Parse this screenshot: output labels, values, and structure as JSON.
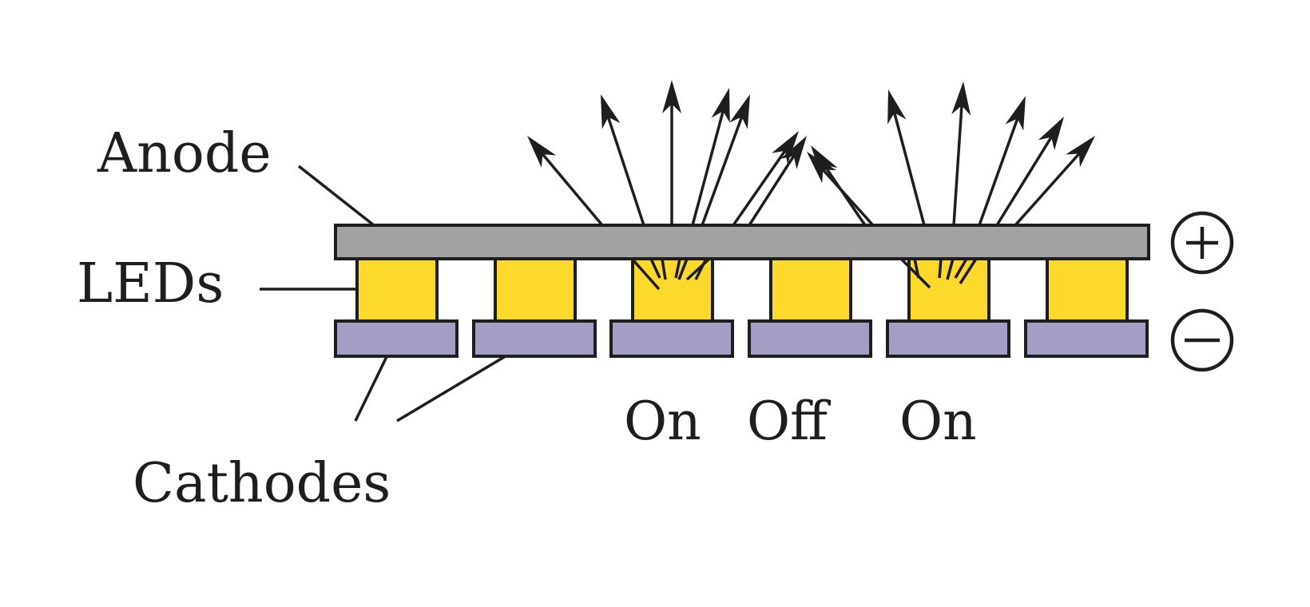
{
  "labels": {
    "anode": "Anode",
    "leds": "LEDs",
    "cathodes": "Cathodes"
  },
  "led_states": [
    "On",
    "Off",
    "On"
  ],
  "terminals": {
    "positive": "+",
    "negative": "−"
  },
  "colors": {
    "anode": "#a2a2a2",
    "led": "#fcd92a",
    "cathode": "#a29ec4",
    "ink": "#1e1e1e"
  },
  "icons": [
    "light-ray-arrow",
    "plus-terminal-icon",
    "minus-terminal-icon"
  ]
}
